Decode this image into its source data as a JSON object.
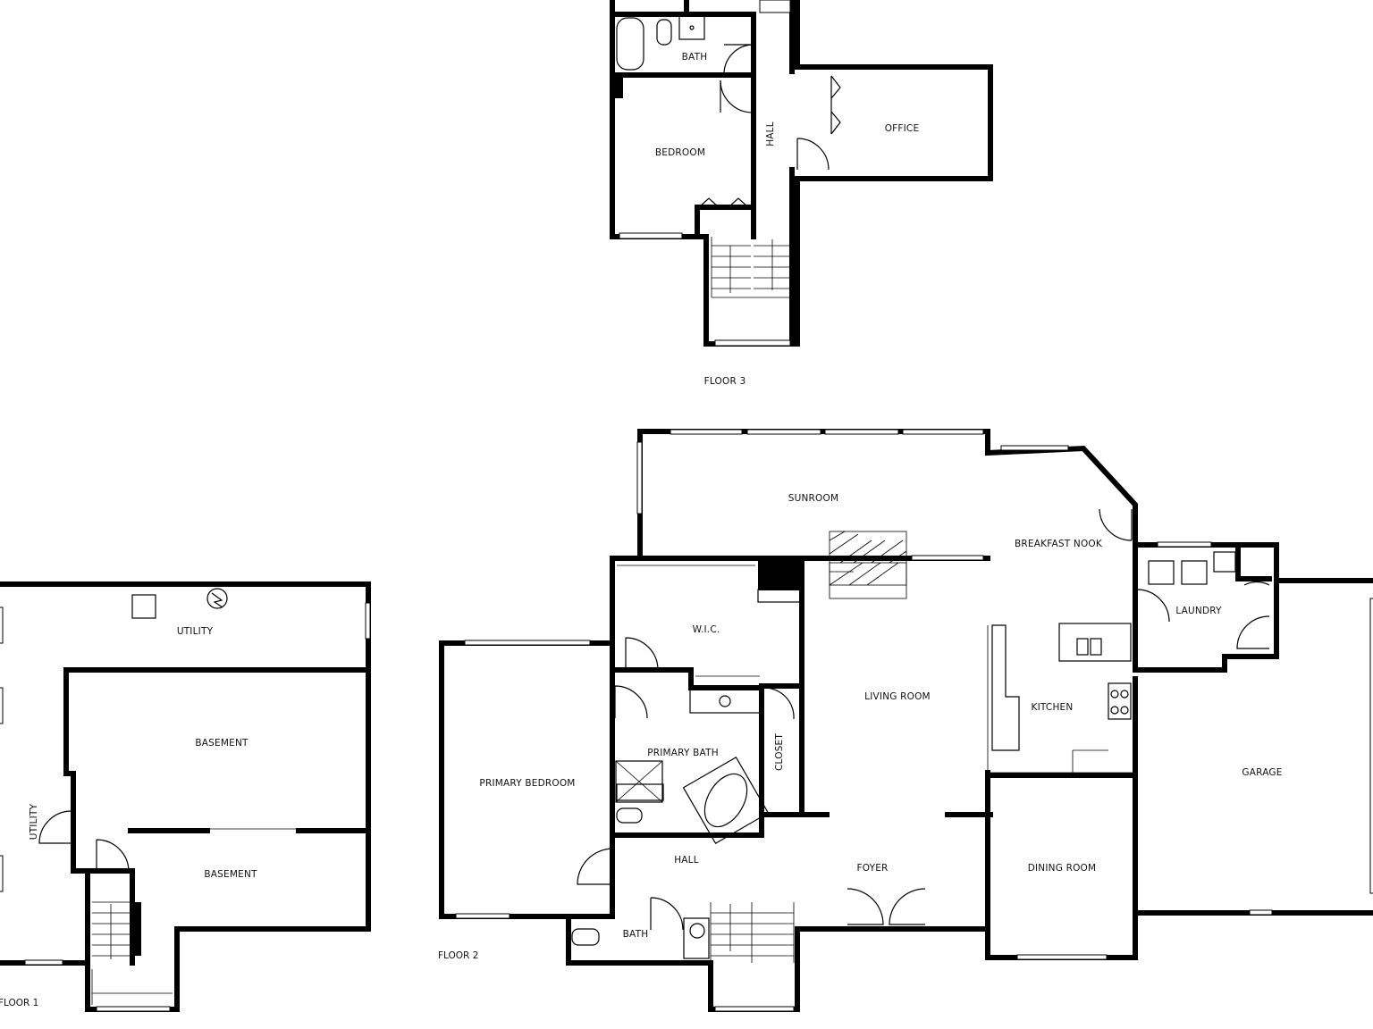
{
  "floors": {
    "floor3": "FLOOR 3",
    "floor2": "FLOOR 2",
    "floor1": "FLOOR 1"
  },
  "rooms": {
    "f3_bath": "BATH",
    "f3_bedroom": "BEDROOM",
    "f3_hall": "HALL",
    "f3_office": "OFFICE",
    "f2_sunroom": "SUNROOM",
    "f2_breakfast_nook": "BREAKFAST NOOK",
    "f2_wic": "W.I.C.",
    "f2_laundry": "LAUNDRY",
    "f2_living_room": "LIVING ROOM",
    "f2_kitchen": "KITCHEN",
    "f2_primary_bath": "PRIMARY BATH",
    "f2_closet": "CLOSET",
    "f2_primary_bedroom": "PRIMARY BEDROOM",
    "f2_garage": "GARAGE",
    "f2_hall": "HALL",
    "f2_foyer": "FOYER",
    "f2_dining_room": "DINING ROOM",
    "f2_bath": "BATH",
    "f1_utility_top": "UTILITY",
    "f1_basement_upper": "BASEMENT",
    "f1_basement_lower": "BASEMENT",
    "f1_utility_side": "UTILITY"
  },
  "colors": {
    "wall": "#000000",
    "background": "#ffffff"
  }
}
